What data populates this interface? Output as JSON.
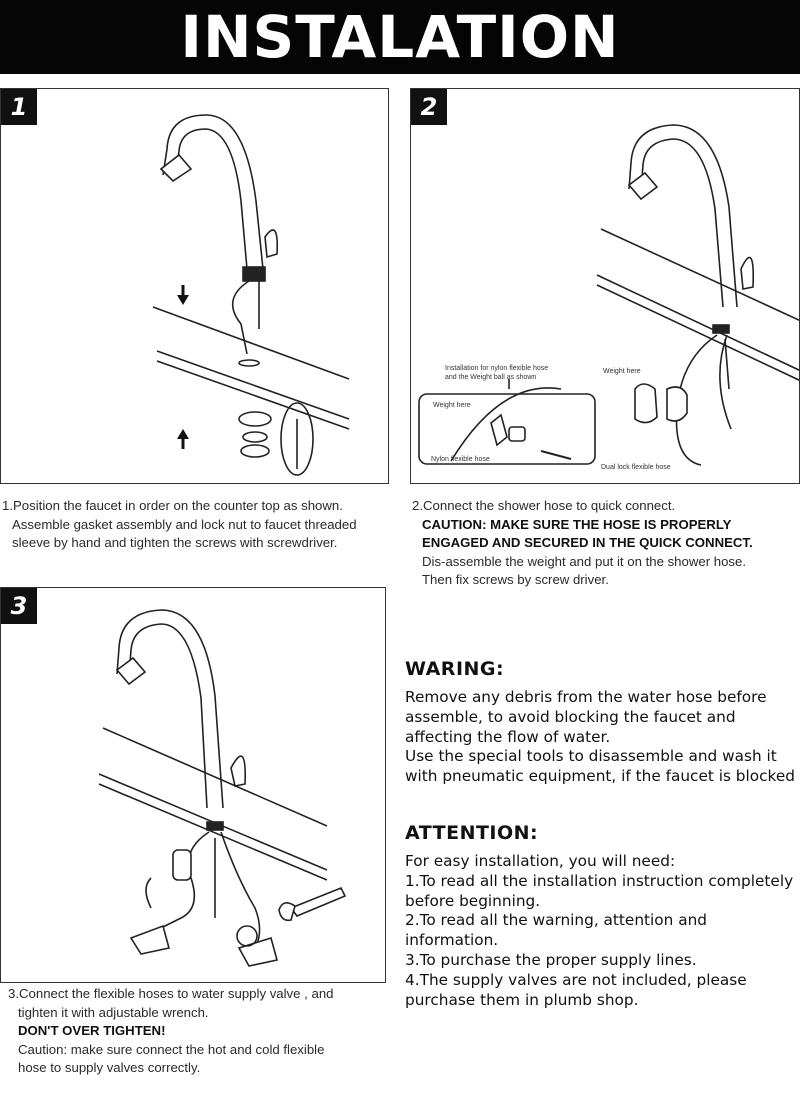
{
  "header": {
    "title": "INSTALATION"
  },
  "steps": [
    {
      "number": "1",
      "caption": [
        "1.Position the faucet in order on the counter top as shown.",
        "Assemble gasket assembly and lock nut to faucet threaded",
        "sleeve by hand and tighten the screws with screwdriver."
      ]
    },
    {
      "number": "2",
      "labels": {
        "install_note_1": "Installation for nylon flexible hose",
        "install_note_2": "and the Weight ball as shown",
        "weight_here_a": "Weight here",
        "weight_here_b": "Weight here",
        "nylon_hose": "Nylon flexible hose",
        "dual_lock_hose": "Dual lock flexible hose"
      },
      "caption": {
        "line1": "2.Connect the shower hose to quick connect.",
        "caution1": "CAUTION: MAKE SURE THE HOSE IS PROPERLY",
        "caution2": "ENGAGED AND SECURED IN THE QUICK CONNECT.",
        "line4": "Dis-assemble the weight and put it on the shower hose.",
        "line5": "Then fix screws by screw driver."
      }
    },
    {
      "number": "3",
      "caption": {
        "line1": "3.Connect the flexible hoses to water supply valve , and",
        "line2": "tighten it with adjustable wrench.",
        "warn": "DON'T OVER TIGHTEN!",
        "line4": "Caution: make sure connect the hot and cold flexible",
        "line5": "hose to supply valves correctly."
      }
    }
  ],
  "warning": {
    "title": "WARING:",
    "lines": [
      "Remove any debris from the water hose before",
      "assemble, to avoid blocking the faucet and",
      "affecting the flow of water.",
      "Use the special tools to disassemble and wash it",
      "with pneumatic equipment, if the faucet is blocked"
    ]
  },
  "attention": {
    "title": "ATTENTION:",
    "lines": [
      "For easy installation, you will need:",
      "1.To read all the installation instruction completely",
      "before beginning.",
      "2.To read all the warning, attention and",
      "information.",
      "3.To purchase the proper supply lines.",
      "4.The supply valves are not included, please",
      "purchase them in plumb shop."
    ]
  }
}
